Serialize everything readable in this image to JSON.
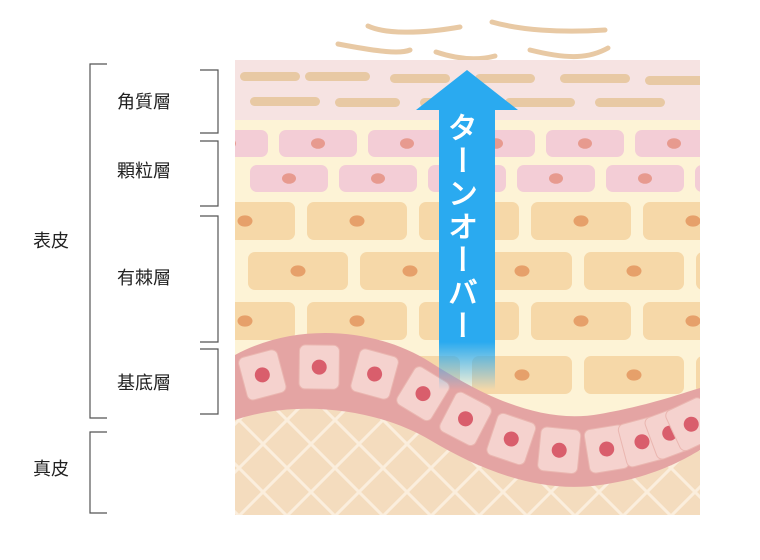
{
  "labels": {
    "epidermis": "表皮",
    "dermis": "真皮",
    "layer_corneum": "角質層",
    "layer_granular": "顆粒層",
    "layer_spinous": "有棘層",
    "layer_basal": "基底層"
  },
  "arrow": {
    "text": "ターンオーバー",
    "direction": "up",
    "color": "#2aaaf0"
  },
  "colors": {
    "background_cream": "#fdf3d6",
    "corneum": "#f6e3e2",
    "corneum_flakes": "#e8c9a4",
    "granular_cell": "#f3cdd6",
    "granular_nucleus": "#e79a8f",
    "spinous_cell": "#f6d8a8",
    "spinous_nucleus": "#e6a06a",
    "basal_band": "#e4a4a3",
    "basal_cell": "#f5d2ce",
    "basal_nucleus": "#d95e6c",
    "dermis": "#f4dcbe",
    "bracket": "#555555"
  }
}
